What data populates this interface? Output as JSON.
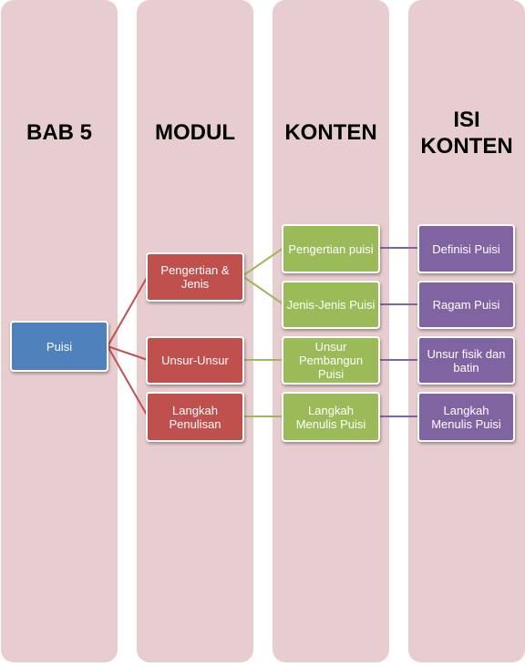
{
  "columns": {
    "bab": "BAB 5",
    "modul": "MODUL",
    "konten": "KONTEN",
    "isi_line1": "ISI",
    "isi_line2": "KONTEN"
  },
  "root": {
    "label": "Puisi"
  },
  "modul": [
    {
      "label": "Pengertian & Jenis"
    },
    {
      "label": "Unsur-Unsur"
    },
    {
      "label": "Langkah Penulisan"
    }
  ],
  "konten": [
    {
      "label": "Pengertian puisi"
    },
    {
      "label": "Jenis-Jenis Puisi"
    },
    {
      "label": "Unsur Pembangun Puisi"
    },
    {
      "label": "Langkah Menulis Puisi"
    }
  ],
  "isi_konten": [
    {
      "label": "Definisi Puisi"
    },
    {
      "label": "Ragam Puisi"
    },
    {
      "label": "Unsur fisik dan batin"
    },
    {
      "label": "Langkah Menulis Puisi"
    }
  ],
  "colors": {
    "column_bg": "#e8cdd0",
    "root": "#4f81bd",
    "modul": "#c0504d",
    "konten": "#9bbb59",
    "isi_konten": "#8064a2"
  }
}
